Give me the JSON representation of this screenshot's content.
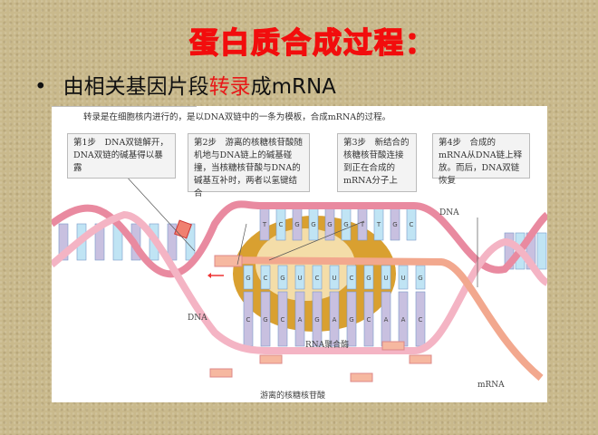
{
  "slide": {
    "title": "蛋白质合成过程：",
    "bullet": {
      "before": "由相关基因片段",
      "highlight": "转录",
      "after": "成mRNA"
    }
  },
  "figure": {
    "caption": "转录是在细胞核内进行的，是以DNA双链中的一条为模板，合成mRNA的过程。",
    "steps": [
      "第1步　DNA双链解开，DNA双链的碱基得以暴露",
      "第2步　游离的核糖核苷酸随机地与DNA链上的碱基碰撞，当核糖核苷酸与DNA的碱基互补时，两者以氢键结合",
      "第3步　新结合的核糖核苷酸连接到正在合成的mRNA分子上",
      "第4步　合成的mRNA从DNA链上释放。而后，DNA双链恢复"
    ],
    "labels": {
      "dna_top": "DNA",
      "dna_bottom": "DNA",
      "polymerase": "RNA聚合酶",
      "free_nucleotides": "游离的核糖核苷酸",
      "mrna": "mRNA"
    },
    "top_strand_bases": [
      "T",
      "C",
      "G",
      "G",
      "G",
      "G",
      "T",
      "T",
      "G",
      "C"
    ],
    "mrna_bases": [
      "G",
      "C",
      "G",
      "U",
      "C",
      "U",
      "C",
      "G",
      "U",
      "U",
      "G"
    ],
    "template_bases": [
      "C",
      "G",
      "C",
      "A",
      "G",
      "A",
      "G",
      "C",
      "A",
      "A",
      "C"
    ],
    "colors": {
      "backbone": "#f0a0b0",
      "purine": "#c8c0e0",
      "pyrimidine": "#c0e4f4",
      "mrna": "#f6b8a0",
      "polymerase": "#d9a030",
      "title": "#f20d0d"
    }
  }
}
